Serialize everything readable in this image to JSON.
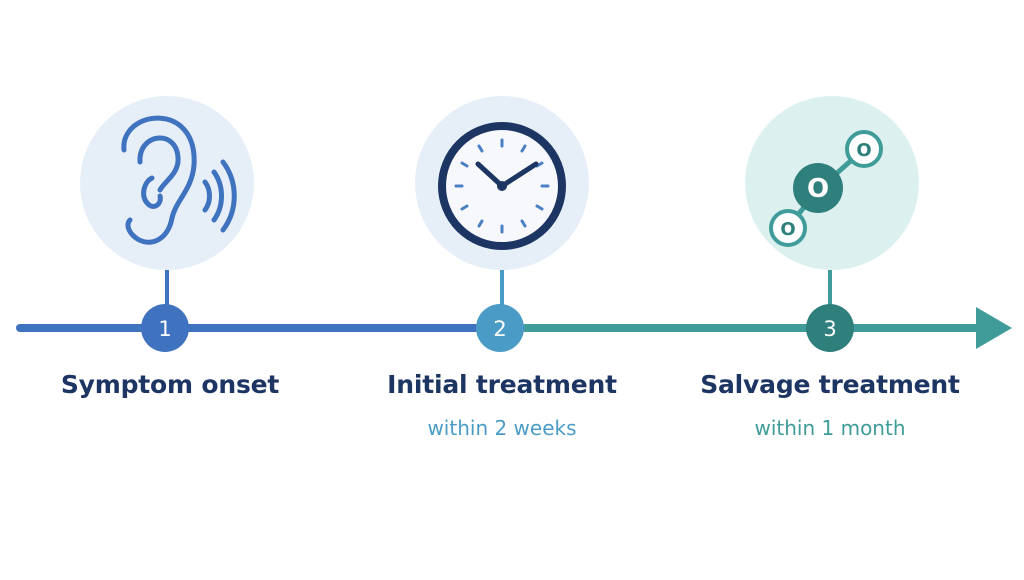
{
  "colors": {
    "blue": "#3f73bf",
    "dark_blue": "#1d3563",
    "mid_blue": "#4a9cc6",
    "teal": "#3f9c98",
    "dark_teal": "#2f7f7c",
    "circle_bg_blue": "#e6eef8",
    "circle_bg_teal": "#dcf1ef",
    "clock_bg": "#f6f8fc"
  },
  "steps": [
    {
      "number": "1",
      "title": "Symptom onset",
      "subtitle": "",
      "icon": "ear-icon"
    },
    {
      "number": "2",
      "title": "Initial treatment",
      "subtitle": "within 2 weeks",
      "icon": "clock-icon"
    },
    {
      "number": "3",
      "title": "Salvage treatment",
      "subtitle": "within 1 month",
      "icon": "oxygen-molecule-icon",
      "molecule_labels": [
        "O",
        "O",
        "O"
      ]
    }
  ]
}
